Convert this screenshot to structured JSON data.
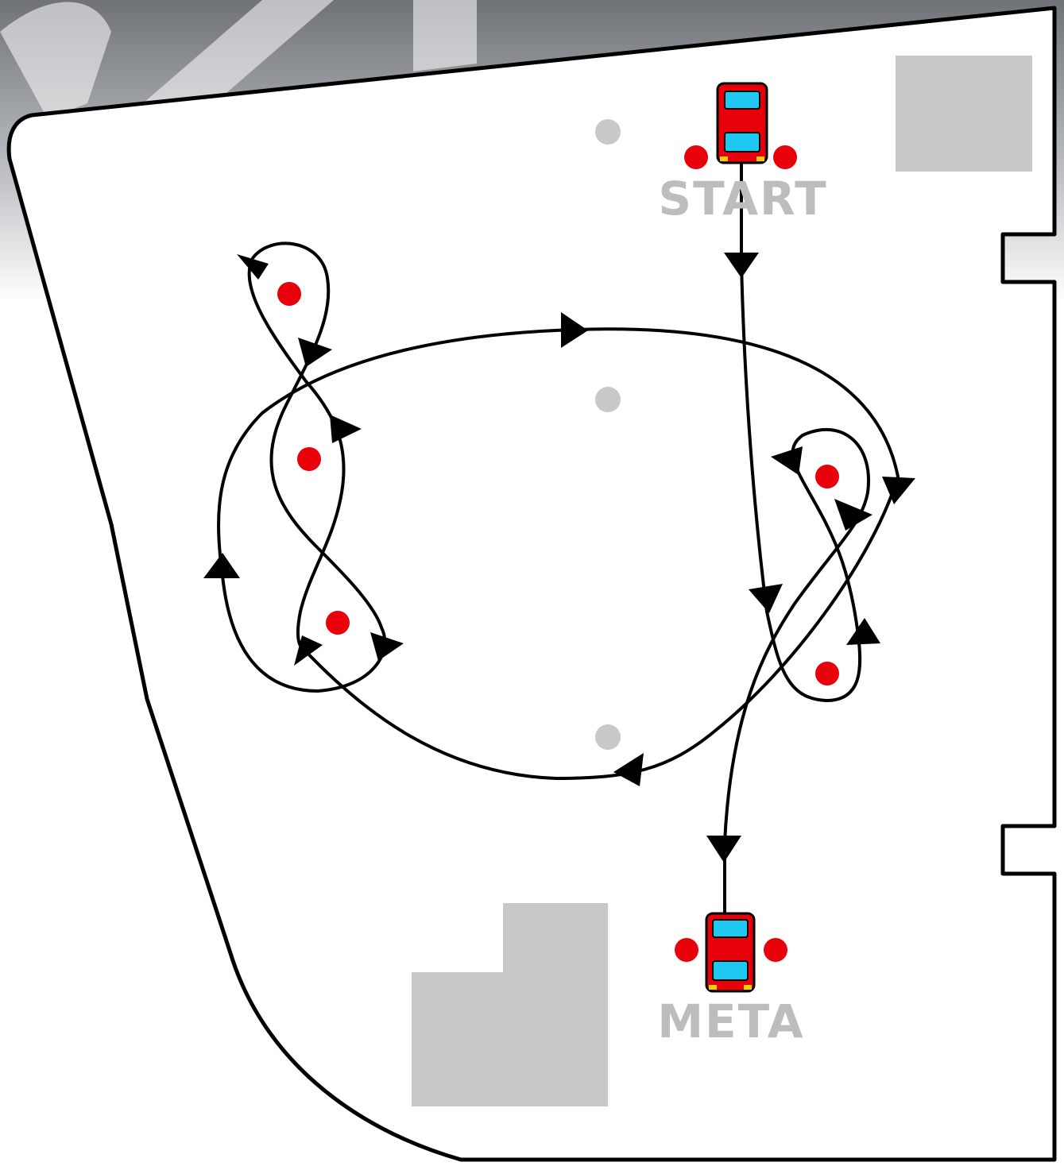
{
  "labels": {
    "start": "START",
    "finish": "META"
  },
  "cones": [
    {
      "role": "start-left-cone"
    },
    {
      "role": "start-right-cone"
    },
    {
      "role": "left-top-cone"
    },
    {
      "role": "left-middle-cone"
    },
    {
      "role": "left-bottom-cone"
    },
    {
      "role": "right-top-cone"
    },
    {
      "role": "right-bottom-cone"
    },
    {
      "role": "finish-left-cone"
    },
    {
      "role": "finish-right-cone"
    }
  ],
  "markers": [
    {
      "role": "top-marker"
    },
    {
      "role": "center-marker"
    },
    {
      "role": "bottom-marker"
    }
  ],
  "cars": [
    {
      "role": "start-car",
      "facing": "up"
    },
    {
      "role": "finish-car",
      "facing": "up"
    }
  ],
  "colors": {
    "cone": "#e8000b",
    "marker": "#c8c8c8",
    "area": "#c8c8c8",
    "path": "#000000",
    "car_body": "#e8000b",
    "car_glass": "#1ec8f0",
    "label": "#bdbdbd"
  }
}
